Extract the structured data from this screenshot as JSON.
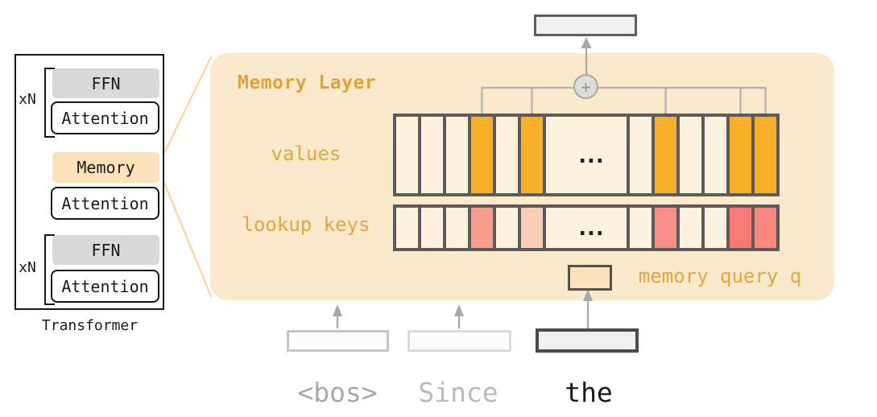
{
  "colors": {
    "panel_bg": "#FBE9CB",
    "accent_orange_text": "#E0A33B",
    "cell_border": "#5C5B57",
    "cell_cream": "#FDF2DE",
    "cell_orange": "#F9AE28",
    "key_pink_medium": "#FA9D90",
    "key_pink_light": "#FBCEB7",
    "key_pink_mid": "#F98E88",
    "key_red_strong": "#F87A75",
    "key_pink_soft": "#F9867F",
    "connector_gray": "#B2B0AC",
    "arrow_gray": "#A8A8A8",
    "memory_block_peach": "#FBE3BA",
    "ffn_gray": "#D9D9D9"
  },
  "transformer": {
    "caption": "Transformer",
    "repeat_label": "xN",
    "ffn_label": "FFN",
    "attention_label": "Attention",
    "memory_label": "Memory"
  },
  "memory_layer": {
    "title": "Memory Layer",
    "values_label": "values",
    "keys_label": "lookup keys",
    "query_label": "memory query q",
    "plus_symbol": "+",
    "ellipsis": "...",
    "values_cells": [
      "#FDF2DE",
      "#FDF2DE",
      "#FDF2DE",
      "#F9AE28",
      "#FDF2DE",
      "#F9AE28",
      "ellipsis",
      "#FDF2DE",
      "#F9AE28",
      "#FDF2DE",
      "#FDF2DE",
      "#F9AE28",
      "#F9AE28"
    ],
    "keys_cells": [
      "#FDF2DE",
      "#FDF2DE",
      "#FDF2DE",
      "#FA9D90",
      "#FDF2DE",
      "#FBCEB7",
      "ellipsis",
      "#FDF2DE",
      "#F98E88",
      "#FDF2DE",
      "#FDF2DE",
      "#F87A75",
      "#F9867F"
    ]
  },
  "tokens": [
    {
      "label": "<bos>"
    },
    {
      "label": "Since"
    },
    {
      "label": "the"
    }
  ]
}
